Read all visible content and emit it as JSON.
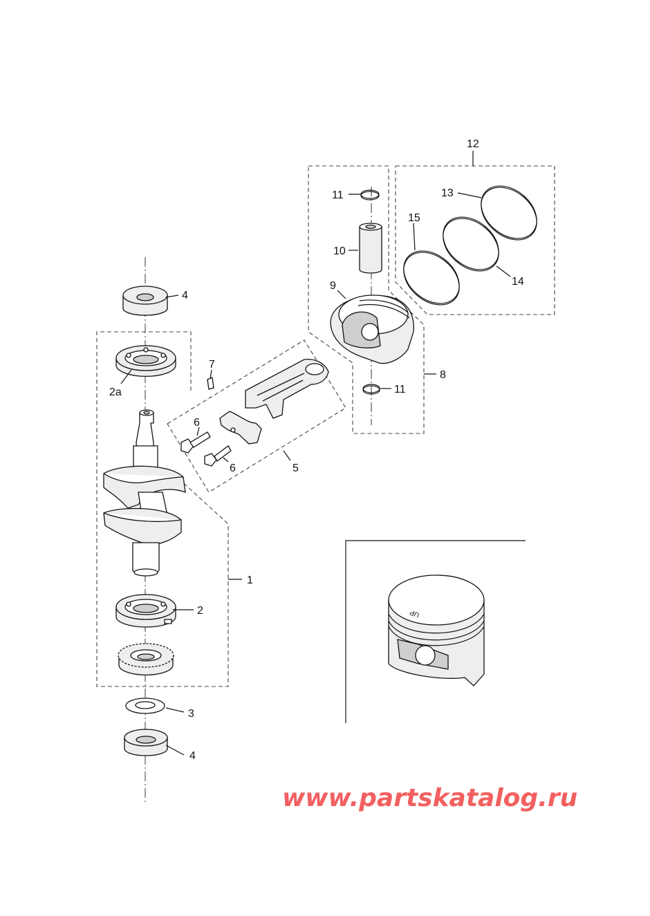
{
  "diagram": {
    "callouts": {
      "c1": "1",
      "c2": "2",
      "c2a": "2a",
      "c3": "3",
      "c4_top": "4",
      "c4_bottom": "4",
      "c5": "5",
      "c6_upper": "6",
      "c6_lower": "6",
      "c7": "7",
      "c8": "8",
      "c9": "9",
      "c10": "10",
      "c11_top": "11",
      "c11_bottom": "11",
      "c12": "12",
      "c13": "13",
      "c14": "14",
      "c15": "15"
    },
    "inset_stamp": "UP"
  },
  "watermark": "www.partskatalog.ru",
  "colors": {
    "watermark": "#f26060",
    "line": "#111111",
    "part_fill": "#eeeeee"
  }
}
